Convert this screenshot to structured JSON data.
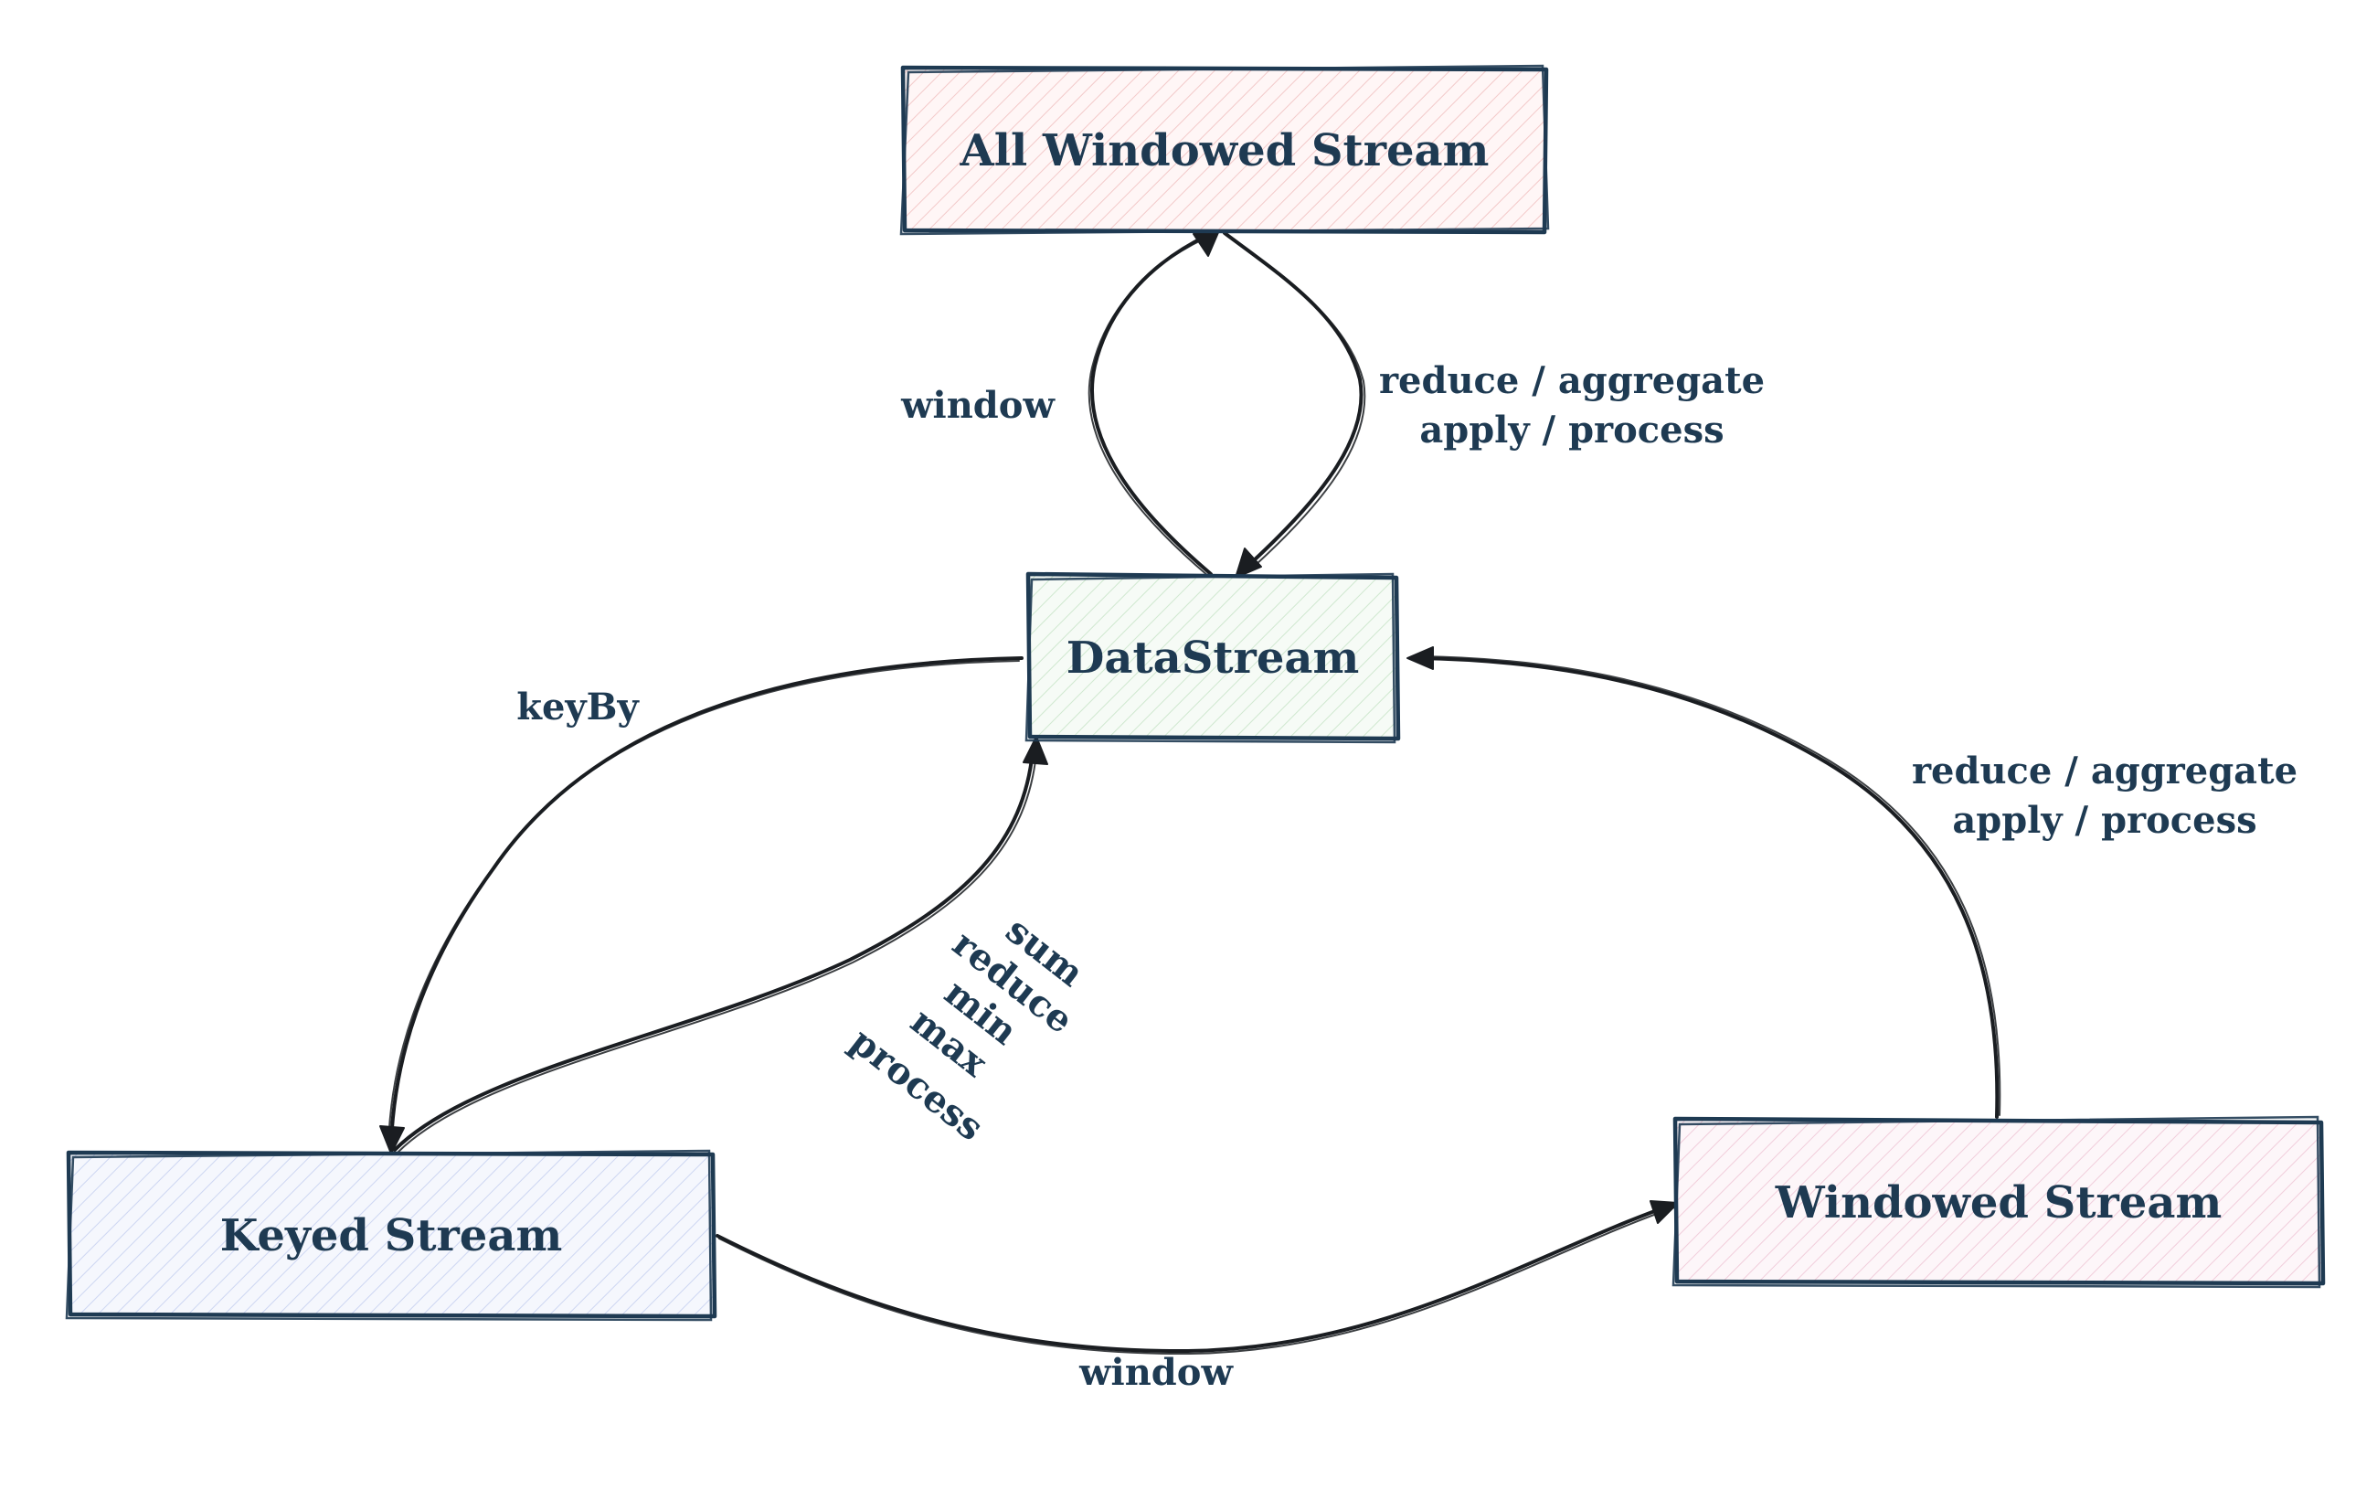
{
  "nodes": {
    "all_windowed_stream": {
      "label": "All Windowed Stream",
      "fill": "#fdeceb"
    },
    "datastream": {
      "label": "DataStream",
      "fill": "#eaf6ea"
    },
    "keyed_stream": {
      "label": "Keyed Stream",
      "fill": "#e6ebfa"
    },
    "windowed_stream": {
      "label": "Windowed Stream",
      "fill": "#fbeaf0"
    }
  },
  "edges": {
    "datastream_to_all_windowed": {
      "label": "window"
    },
    "all_windowed_to_datastream": {
      "lines": [
        "reduce / aggregate",
        "apply / process"
      ]
    },
    "datastream_to_keyed": {
      "label": "keyBy"
    },
    "keyed_to_datastream": {
      "lines": [
        "sum",
        "reduce",
        "min",
        "max",
        "process"
      ]
    },
    "keyed_to_windowed": {
      "label": "window"
    },
    "windowed_to_datastream": {
      "lines": [
        "reduce / aggregate",
        "apply / process"
      ]
    }
  },
  "colors": {
    "text": "#1e3a52",
    "stroke": "#1e3a52",
    "edge": "#1a1d21"
  }
}
